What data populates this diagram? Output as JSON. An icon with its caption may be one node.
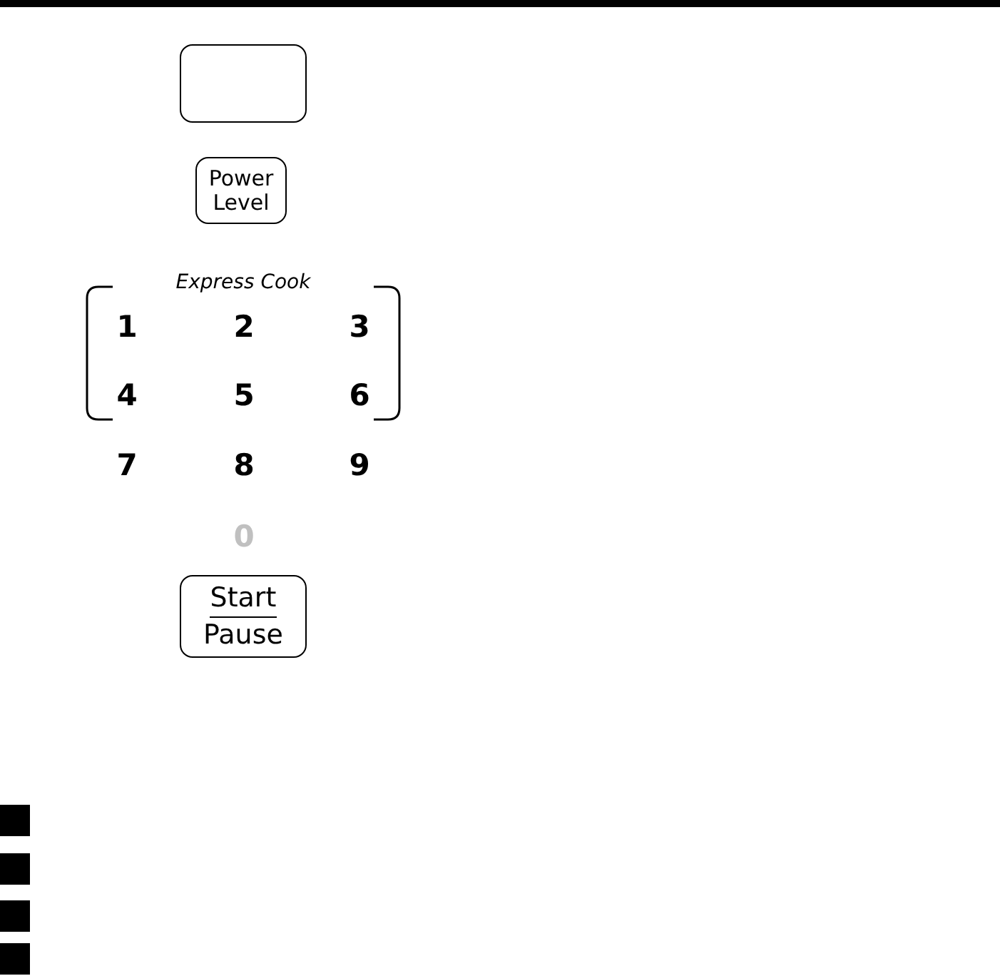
{
  "diagram": {
    "nodes": [
      {
        "text": [],
        "shape": "box"
      },
      {
        "text": [
          "Power Level"
        ]
      },
      {
        "text": [
          "Express Cook"
        ]
      },
      {
        "text": [
          "Start",
          "Pause"
        ]
      }
    ],
    "labels": [
      "1",
      "2",
      "3",
      "4",
      "5",
      "6",
      "7",
      "8",
      "9",
      "0"
    ]
  }
}
